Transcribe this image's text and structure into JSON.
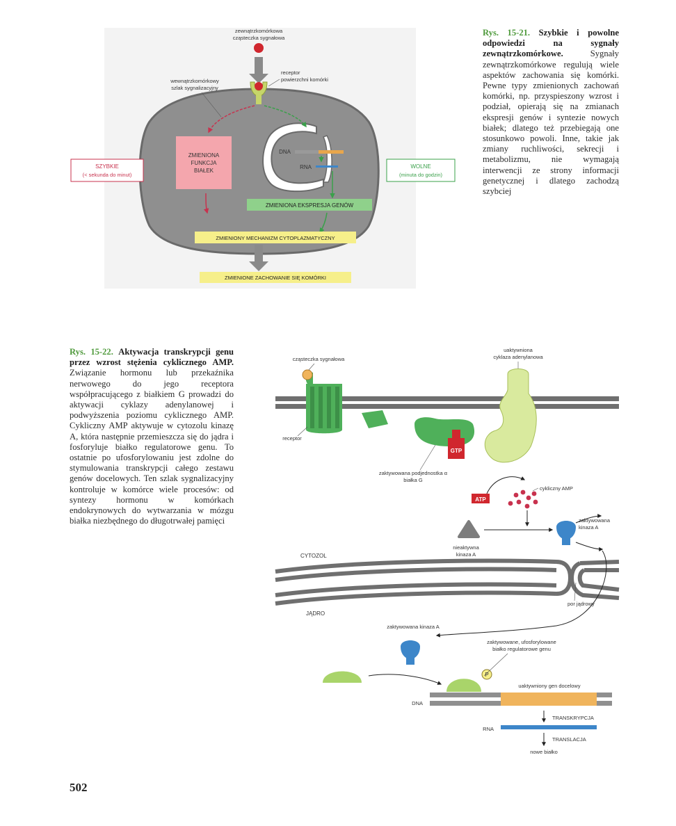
{
  "page_number": "502",
  "figure_15_21": {
    "caption_number": "Rys. 15-21.",
    "caption_title": "Szybkie i powolne odpowiedzi na sygnały zewnątrzkomórkowe.",
    "caption_body": "Sygnały zewnątrzkomórkowe regulują wiele aspektów zachowania się komórki. Pewne typy zmienionych zachowań komórki, np. przyspieszony wzrost i podział, opierają się na zmianach ekspresji genów i syntezie nowych białek; dlatego też przebiegają one stosunkowo powoli. Inne, takie jak zmiany ruchliwości, sekrecji i metabolizmu, nie wymagają interwencji ze strony informacji genetycznej i dlatego zachodzą szybciej",
    "labels": {
      "signal_line1": "zewnątrzkomórkowa",
      "signal_line2": "cząsteczka sygnałowa",
      "receptor_line1": "receptor",
      "receptor_line2": "powierzchni komórki",
      "pathway_line1": "wewnątrzkomórkowy",
      "pathway_line2": "szlak sygnalizacyjny",
      "fast_line1": "SZYBKIE",
      "fast_line2": "(< sekunda do minut)",
      "slow_line1": "WOLNE",
      "slow_line2": "(minuta do godzin)",
      "protein_line1": "ZMIENIONA",
      "protein_line2": "FUNKCJA",
      "protein_line3": "BIAŁEK",
      "dna": "DNA",
      "rna": "RNA",
      "gene_expression": "ZMIENIONA EKSPRESJA GENÓW",
      "cytoplasmic": "ZMIENIONY MECHANIZM CYTOPLAZMATYCZNY",
      "behavior": "ZMIENIONE ZACHOWANIE SIĘ KOMÓRKI"
    },
    "colors": {
      "fast": "#c8324e",
      "slow": "#3aa04a",
      "cell": "#8f8f8f",
      "nucleus": "#ffffff",
      "protein_box": "#f4a6ad",
      "gene_box": "#8fd18b",
      "cyto_box": "#f6ef8a"
    }
  },
  "figure_15_22": {
    "caption_number": "Rys. 15-22.",
    "caption_title": "Aktywacja transkrypcji genu przez wzrost stężenia cyklicznego AMP.",
    "caption_body": "Związanie hormonu lub przekaźnika nerwowego do jego receptora współpracującego z białkiem G prowadzi do aktywacji cyklazy adenylanowej i podwyższenia poziomu cyklicznego AMP. Cykliczny AMP aktywuje w cytozolu kinazę A, która następnie przemieszcza się do jądra i fosforyluje białko regulatorowe genu. To ostatnie po ufosforylowaniu jest zdolne do stymulowania transkrypcji całego zestawu genów docelowych. Ten szlak sygnalizacyjny kontroluje w komórce wiele procesów: od syntezy hormonu w komórkach endokrynowych do wytwarzania w mózgu białka niezbędnego do długotrwałej pamięci",
    "labels": {
      "signal": "cząsteczka sygnałowa",
      "cyclase_line1": "uaktywniona",
      "cyclase_line2": "cyklaza adenylanowa",
      "receptor": "receptor",
      "gtp": "GTP",
      "g_subunit_line1": "zaktywowana podjednostka α",
      "g_subunit_line2": "białka G",
      "camp": "cykliczny AMP",
      "atp": "ATP",
      "inactive_line1": "nieaktywna",
      "inactive_line2": "kinaza A",
      "active_line1": "zaktywowana",
      "active_line2": "kinaza A",
      "cytosol": "CYTOZOL",
      "nucleus": "JĄDRO",
      "pore": "por jądrowy",
      "active_kinase_nuc": "zaktywowana kinaza A",
      "phospho_line1": "zaktywowane, ufosforylowane",
      "phospho_line2": "białko regulatorowe genu",
      "p": "P",
      "target_gene": "uaktywniony gen docelowy",
      "dna": "DNA",
      "transcription": "TRANSKRYPCJA",
      "rna": "RNA",
      "translation": "TRANSLACJA",
      "new_protein": "nowe białko"
    },
    "colors": {
      "membrane": "#6f6f6f",
      "receptor": "#4fb05a",
      "cyclase": "#d9ea9e",
      "gtp": "#d0272e",
      "kinase_active": "#3d86c9",
      "kinase_inactive": "#7d7d7d",
      "regulator": "#a9d46a",
      "gene": "#f0b45c",
      "rna": "#3d86c9"
    }
  }
}
